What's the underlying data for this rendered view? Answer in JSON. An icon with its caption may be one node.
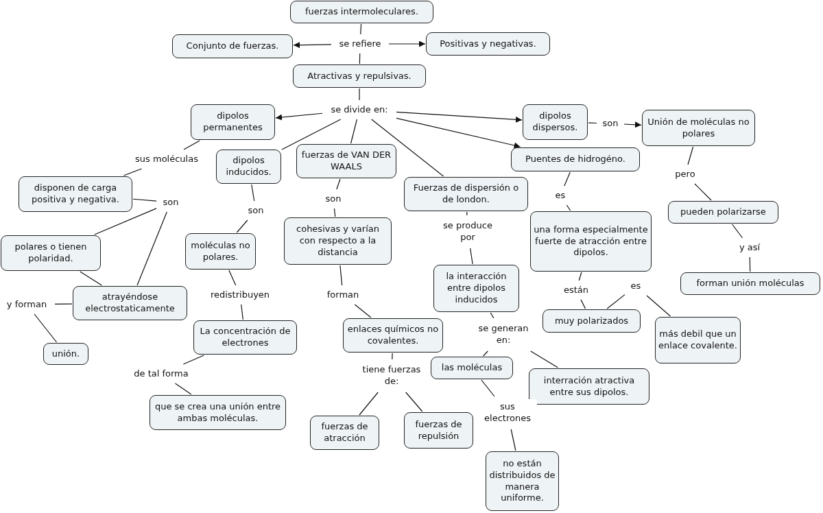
{
  "diagram": {
    "nodes": [
      {
        "text": [
          "fuerzas intermoleculares."
        ]
      },
      {
        "text": [
          "se refiere"
        ]
      },
      {
        "text": [
          "Conjunto de fuerzas."
        ]
      },
      {
        "text": [
          "Positivas y negativas."
        ]
      },
      {
        "text": [
          "Atractivas y repulsivas."
        ]
      },
      {
        "text": [
          "se divide en:"
        ]
      },
      {
        "text": [
          "dipolos permanentes"
        ]
      },
      {
        "text": [
          "dipolos dispersos."
        ]
      },
      {
        "text": [
          "son"
        ]
      },
      {
        "text": [
          "Unión de moléculas no polares"
        ]
      },
      {
        "text": [
          "Puentes de hidrogéno."
        ]
      },
      {
        "text": [
          "dipolos inducidos."
        ]
      },
      {
        "text": [
          "fuerzas de VAN DER WAALS"
        ]
      },
      {
        "text": [
          "Fuerzas de dispersión o de london."
        ]
      },
      {
        "text": [
          "sus moléculas"
        ]
      },
      {
        "text": [
          "disponen de carga positiva y negativa."
        ]
      },
      {
        "text": [
          "son"
        ]
      },
      {
        "text": [
          "es"
        ]
      },
      {
        "text": [
          "pero"
        ]
      },
      {
        "text": [
          "son"
        ]
      },
      {
        "text": [
          "son"
        ]
      },
      {
        "text": [
          "se produce por"
        ]
      },
      {
        "text": [
          "pueden polarizarse"
        ]
      },
      {
        "text": [
          "polares o tienen polaridad."
        ]
      },
      {
        "text": [
          "moléculas no polares."
        ]
      },
      {
        "text": [
          "cohesivas y varían con respecto a la distancia"
        ]
      },
      {
        "text": [
          "una forma especialmente fuerte de atracción entre dipolos."
        ]
      },
      {
        "text": [
          "y así"
        ]
      },
      {
        "text": [
          "la interacción entre dipolos inducidos"
        ]
      },
      {
        "text": [
          "forman unión moléculas"
        ]
      },
      {
        "text": [
          "están"
        ]
      },
      {
        "text": [
          "es"
        ]
      },
      {
        "text": [
          "atrayéndose electrostaticamente"
        ]
      },
      {
        "text": [
          "redistribuyen"
        ]
      },
      {
        "text": [
          "forman"
        ]
      },
      {
        "text": [
          "y forman"
        ]
      },
      {
        "text": [
          "muy polarizados"
        ]
      },
      {
        "text": [
          "se generan en:"
        ]
      },
      {
        "text": [
          "más debil que un enlace covalente."
        ]
      },
      {
        "text": [
          "La concentración de electrones"
        ]
      },
      {
        "text": [
          "enlaces químicos no covalentes."
        ]
      },
      {
        "text": [
          "unión."
        ]
      },
      {
        "text": [
          "las moléculas"
        ]
      },
      {
        "text": [
          "tiene fuerzas de:"
        ]
      },
      {
        "text": [
          "de tal forma"
        ]
      },
      {
        "text": [
          "interración atractiva entre sus dipolos."
        ]
      },
      {
        "text": [
          "sus electrones"
        ]
      },
      {
        "text": [
          "que se crea una unión entre ambas moléculas."
        ]
      },
      {
        "text": [
          "fuerzas de atracción"
        ]
      },
      {
        "text": [
          "fuerzas de repulsión"
        ]
      },
      {
        "text": [
          "no están distribuidos de manera uniforme."
        ]
      }
    ],
    "edges": [
      {
        "from": 0,
        "to": 1,
        "arrow": "none"
      },
      {
        "from": 1,
        "to": 2,
        "arrow": "to"
      },
      {
        "from": 1,
        "to": 3,
        "arrow": "to"
      },
      {
        "from": 1,
        "to": 4,
        "arrow": "none"
      },
      {
        "from": 4,
        "to": 5,
        "arrow": "none"
      },
      {
        "from": 5,
        "to": 6,
        "arrow": "to"
      },
      {
        "from": 5,
        "to": 7,
        "arrow": "to"
      },
      {
        "from": 5,
        "to": 10,
        "arrow": "to"
      },
      {
        "from": 5,
        "to": 11,
        "arrow": "none"
      },
      {
        "from": 5,
        "to": 12,
        "arrow": "none"
      },
      {
        "from": 5,
        "to": 13,
        "arrow": "none"
      },
      {
        "from": 7,
        "to": 8,
        "arrow": "none"
      },
      {
        "from": 8,
        "to": 9,
        "arrow": "to"
      },
      {
        "from": 6,
        "to": 14,
        "arrow": "none"
      },
      {
        "from": 14,
        "to": 15,
        "arrow": "none"
      },
      {
        "from": 15,
        "to": 16,
        "arrow": "none"
      },
      {
        "from": 16,
        "to": 23,
        "arrow": "none"
      },
      {
        "from": 16,
        "to": 32,
        "arrow": "none"
      },
      {
        "from": 23,
        "to": 32,
        "arrow": "none"
      },
      {
        "from": 32,
        "to": 35,
        "arrow": "none"
      },
      {
        "from": 35,
        "to": 41,
        "arrow": "none"
      },
      {
        "from": 11,
        "to": 19,
        "arrow": "none"
      },
      {
        "from": 19,
        "to": 24,
        "arrow": "none"
      },
      {
        "from": 24,
        "to": 33,
        "arrow": "none"
      },
      {
        "from": 33,
        "to": 39,
        "arrow": "none"
      },
      {
        "from": 39,
        "to": 44,
        "arrow": "none"
      },
      {
        "from": 44,
        "to": 47,
        "arrow": "none"
      },
      {
        "from": 12,
        "to": 20,
        "arrow": "none"
      },
      {
        "from": 20,
        "to": 25,
        "arrow": "none"
      },
      {
        "from": 25,
        "to": 34,
        "arrow": "none"
      },
      {
        "from": 34,
        "to": 40,
        "arrow": "none"
      },
      {
        "from": 40,
        "to": 43,
        "arrow": "none"
      },
      {
        "from": 43,
        "to": 48,
        "arrow": "none"
      },
      {
        "from": 43,
        "to": 49,
        "arrow": "none"
      },
      {
        "from": 13,
        "to": 21,
        "arrow": "none"
      },
      {
        "from": 21,
        "to": 28,
        "arrow": "none"
      },
      {
        "from": 28,
        "to": 37,
        "arrow": "none"
      },
      {
        "from": 37,
        "to": 42,
        "arrow": "none"
      },
      {
        "from": 37,
        "to": 45,
        "arrow": "none"
      },
      {
        "from": 42,
        "to": 46,
        "arrow": "none"
      },
      {
        "from": 46,
        "to": 50,
        "arrow": "none"
      },
      {
        "from": 10,
        "to": 17,
        "arrow": "none"
      },
      {
        "from": 17,
        "to": 26,
        "arrow": "none"
      },
      {
        "from": 26,
        "to": 30,
        "arrow": "none"
      },
      {
        "from": 30,
        "to": 36,
        "arrow": "none"
      },
      {
        "from": 31,
        "to": 36,
        "arrow": "none"
      },
      {
        "from": 31,
        "to": 38,
        "arrow": "none"
      },
      {
        "from": 9,
        "to": 18,
        "arrow": "none"
      },
      {
        "from": 18,
        "to": 22,
        "arrow": "none"
      },
      {
        "from": 22,
        "to": 27,
        "arrow": "none"
      },
      {
        "from": 27,
        "to": 29,
        "arrow": "none"
      }
    ]
  }
}
